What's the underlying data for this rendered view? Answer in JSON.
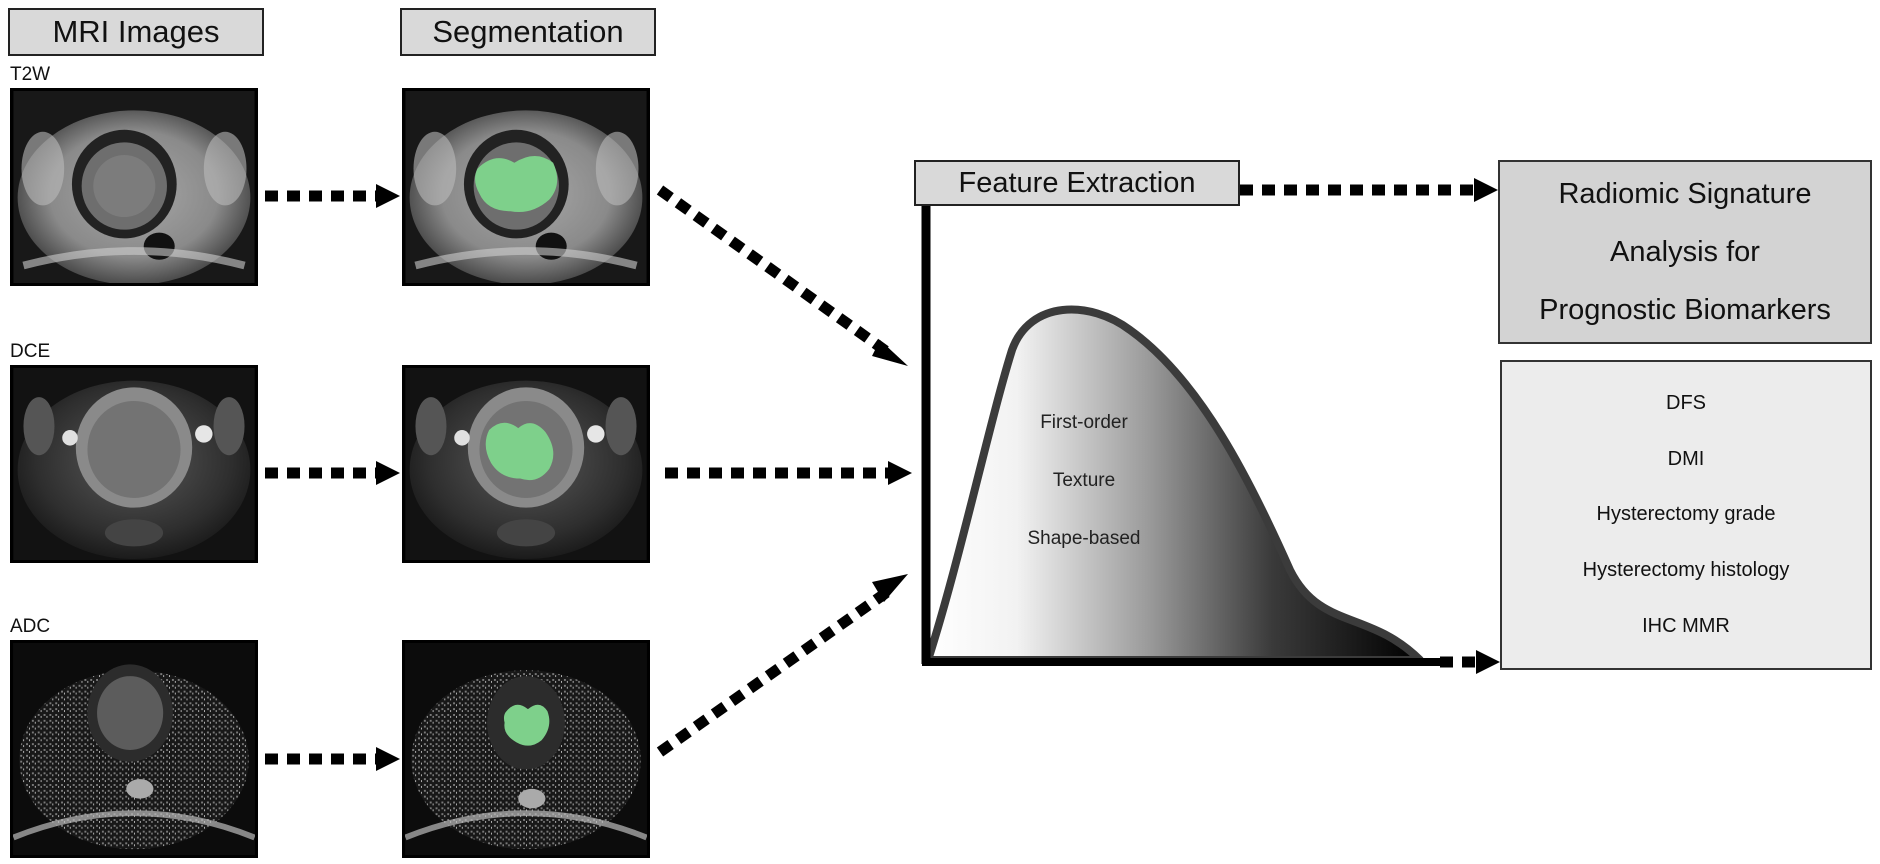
{
  "headers": {
    "mri_images": "MRI Images",
    "segmentation": "Segmentation",
    "feature_extraction": "Feature Extraction"
  },
  "sequences": [
    "T2W",
    "DCE",
    "ADC"
  ],
  "features": [
    "First-order",
    "Texture",
    "Shape-based"
  ],
  "signature": {
    "lines": [
      "Radiomic Signature",
      "Analysis for",
      "Prognostic Biomarkers"
    ]
  },
  "biomarkers": [
    "DFS",
    "DMI",
    "Hysterectomy grade",
    "Hysterectomy histology",
    "IHC MMR"
  ],
  "colors": {
    "segmentation_mask": "#7ed08b",
    "header_fill": "#d9d9d9",
    "signature_fill": "#d3d3d3",
    "list_fill": "#ececec"
  }
}
